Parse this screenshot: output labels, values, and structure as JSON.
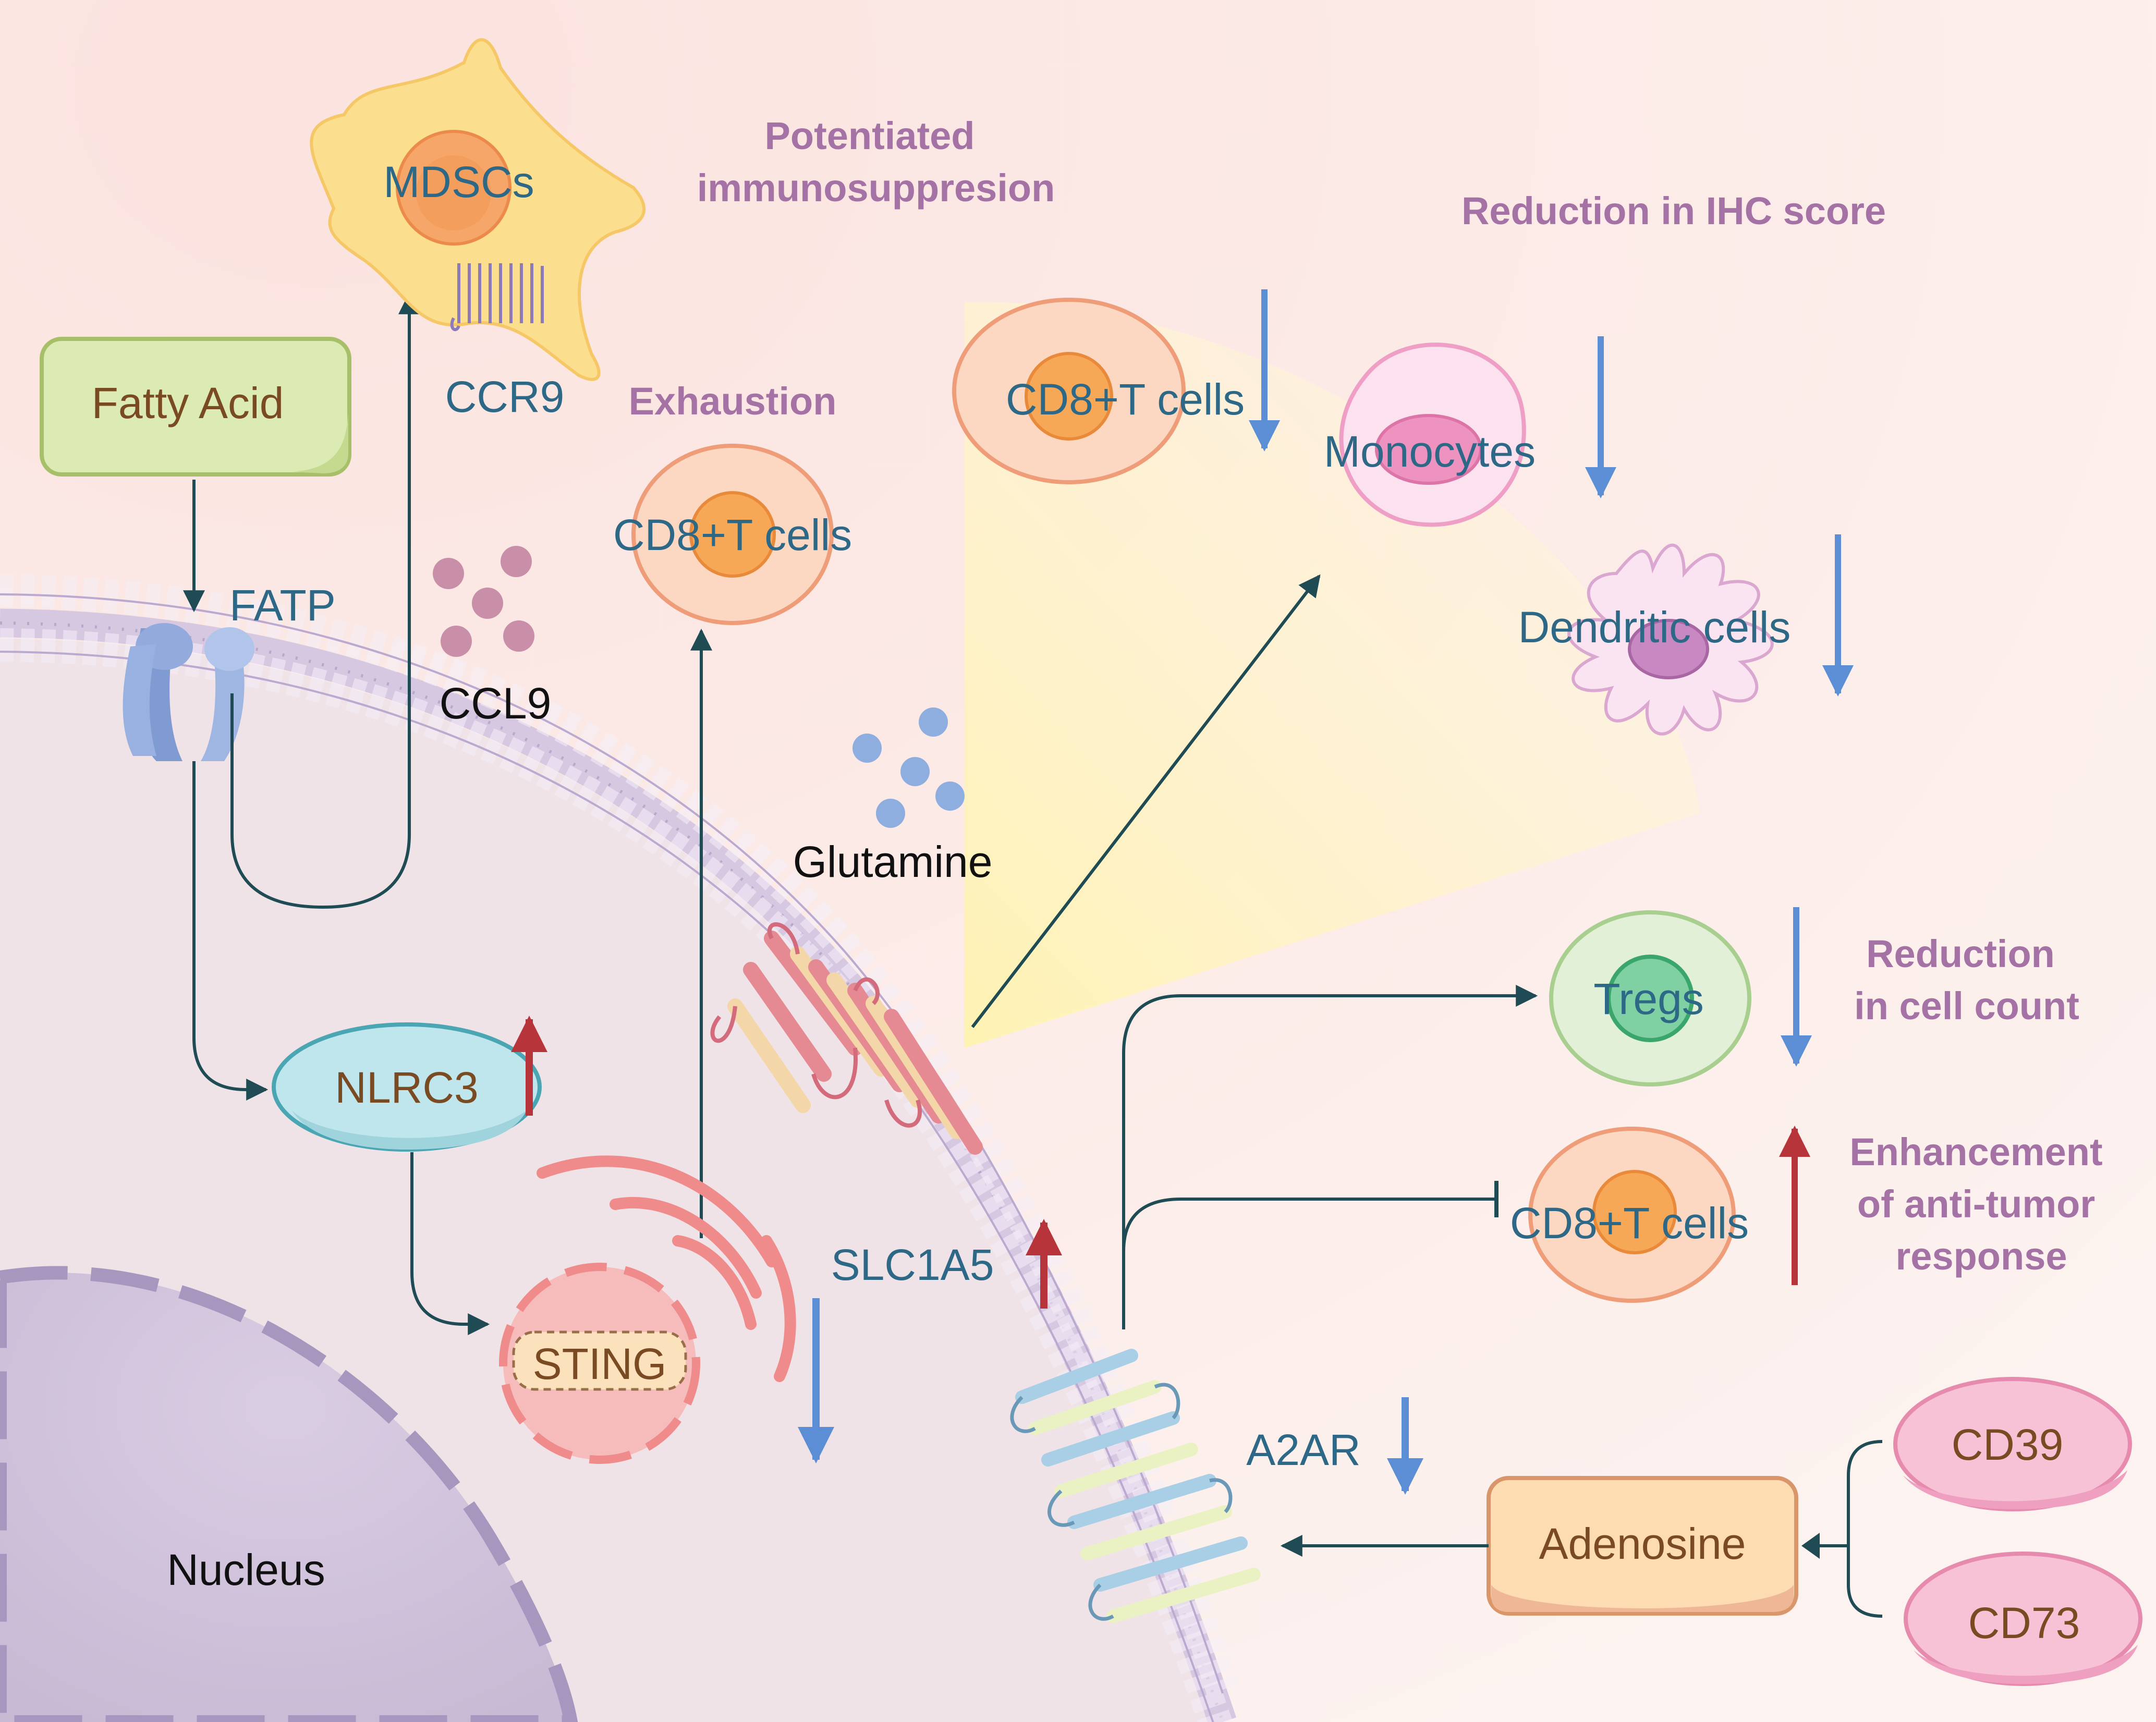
{
  "labels": {
    "fatty_acid": "Fatty Acid",
    "fatp": "FATP",
    "mdscs": "MDSCs",
    "ccr9": "CCR9",
    "ccl9": "CCL9",
    "potentiated_line1": "Potentiated",
    "potentiated_line2": "immunosuppresion",
    "exhaustion": "Exhaustion",
    "cd8_exhaustion": "CD8+T cells",
    "cd8_top": "CD8+T cells",
    "reduction_ihc": "Reduction in IHC score",
    "monocytes": "Monocytes",
    "dendritic": "Dendritic cells",
    "glutamine": "Glutamine",
    "slc1a5": "SLC1A5",
    "nlrc3": "NLRC3",
    "sting": "STING",
    "nucleus": "Nucleus",
    "tregs": "Tregs",
    "reduction_count_line1": "Reduction",
    "reduction_count_line2": "in cell count",
    "cd8_enhance": "CD8+T cells",
    "enhancement_line1": "Enhancement",
    "enhancement_line2": "of anti-tumor",
    "enhancement_line3": "response",
    "a2ar": "A2AR",
    "adenosine": "Adenosine",
    "cd39": "CD39",
    "cd73": "CD73"
  },
  "colors": {
    "background": "#fbeeed",
    "cell_interior": "#f0e4e8",
    "nucleus": "#cfc2d9",
    "arrow": "#1f4b54",
    "up_arrow": "#b7343a",
    "down_arrow": "#5b8ed4",
    "label_blue": "#2d6887",
    "label_brown": "#7a4a23",
    "header_purple": "#a472a4",
    "spotlight": "#fff6c9"
  }
}
